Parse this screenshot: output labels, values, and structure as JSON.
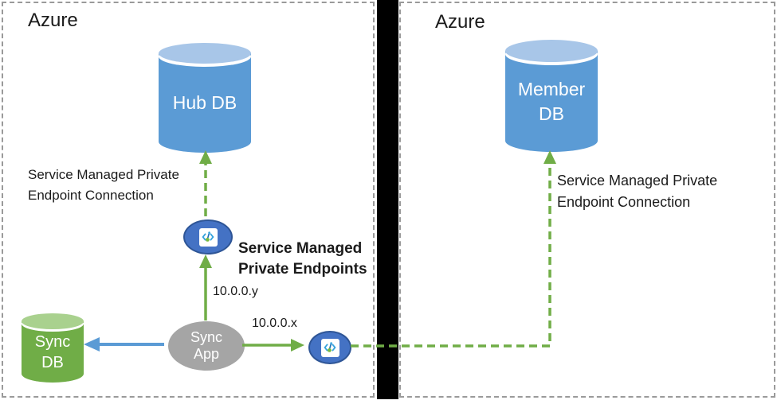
{
  "colors": {
    "db_blue": "#5B9BD5",
    "db_blue_top": "#A8C6E8",
    "db_green": "#70AD47",
    "db_green_top": "#A9D18E",
    "endpoint_fill": "#4472C4",
    "endpoint_border": "#2E5596",
    "sync_app_gray": "#A5A5A5",
    "connector_green": "#70AD47",
    "connector_blue": "#5B9BD5",
    "boundary_black": "#000000",
    "region_border_gray": "#9A9A9A",
    "text": "#1B1B1B"
  },
  "left_region": {
    "title": "Azure",
    "hub_db_label": "Hub DB",
    "sync_db_label": [
      "Sync",
      "DB"
    ],
    "sync_app_label": [
      "Sync",
      "App"
    ],
    "hub_connection_label": [
      "Service Managed Private",
      "Endpoint Connection"
    ],
    "endpoints_title": [
      "Service Managed",
      "Private Endpoints"
    ],
    "ip_to_hub": "10.0.0.y",
    "ip_to_member": "10.0.0.x"
  },
  "right_region": {
    "title": "Azure",
    "member_db_label": [
      "Member",
      "DB"
    ],
    "member_connection_label": [
      "Service Managed Private",
      "Endpoint Connection"
    ]
  },
  "icons": {
    "private_endpoint": "private-endpoint-icon"
  }
}
